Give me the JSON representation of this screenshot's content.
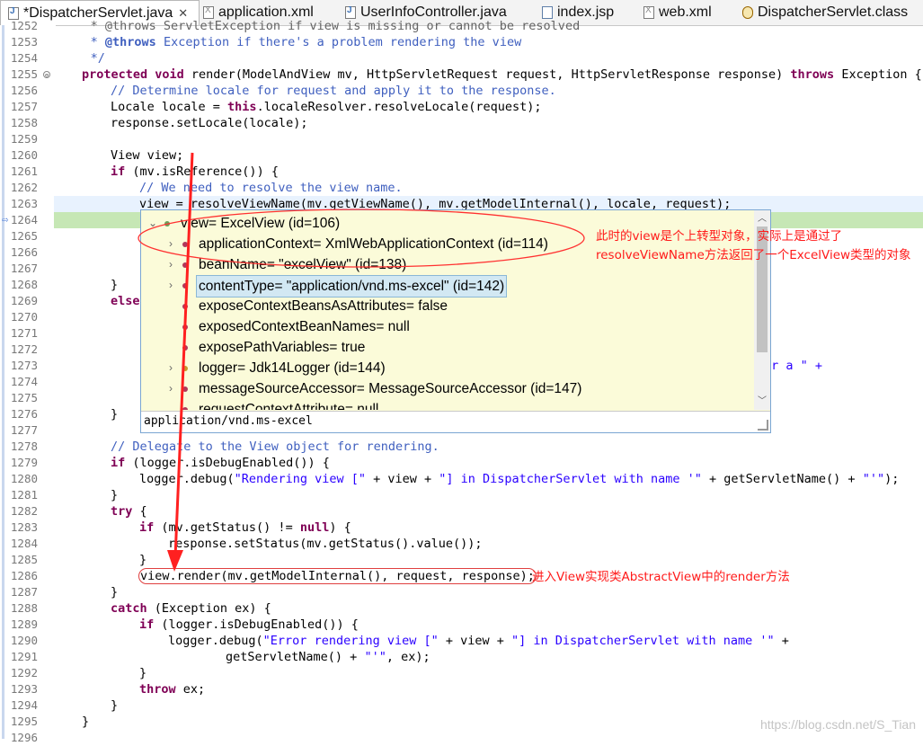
{
  "tabs": [
    {
      "label": "*DispatcherServlet.java",
      "icon": "java-file-icon",
      "active": true,
      "close": "✕"
    },
    {
      "label": "application.xml",
      "icon": "xml-file-icon"
    },
    {
      "label": "UserInfoController.java",
      "icon": "java-file-icon"
    },
    {
      "label": "index.jsp",
      "icon": "jsp-file-icon"
    },
    {
      "label": "web.xml",
      "icon": "xml-file-icon"
    },
    {
      "label": "DispatcherServlet.class",
      "icon": "class-file-icon"
    }
  ],
  "line_numbers": [
    "1252",
    "1253",
    "1254",
    "1255",
    "1256",
    "1257",
    "1258",
    "1259",
    "1260",
    "1261",
    "1262",
    "1263",
    "1264",
    "1265",
    "1266",
    "1267",
    "1268",
    "1269",
    "1270",
    "1271",
    "1272",
    "1273",
    "1274",
    "1275",
    "1276",
    "1277",
    "1278",
    "1279",
    "1280",
    "1281",
    "1282",
    "1283",
    "1284",
    "1285",
    "1286",
    "1287",
    "1288",
    "1289",
    "1290",
    "1291",
    "1292",
    "1293",
    "1294",
    "1295",
    "1296"
  ],
  "code": {
    "l1252": "     * @throws ServletException if view is missing or cannot be resolved",
    "l1253_a": "     * ",
    "l1253_b": "@throws",
    "l1253_c": " Exception if there's a problem rendering the view",
    "l1254": "     */",
    "l1255_a": "protected void",
    "l1255_b": " render(ModelAndView mv, HttpServletRequest request, HttpServletResponse response) ",
    "l1255_c": "throws",
    "l1255_d": " Exception {",
    "l1256": "// Determine locale for request and apply it to the response.",
    "l1257_a": "Locale locale = ",
    "l1257_b": "this",
    "l1257_c": ".localeResolver.resolveLocale(request);",
    "l1258": "response.setLocale(locale);",
    "l1260": "View view;",
    "l1261_a": "if",
    "l1261_b": " (mv.isReference()) {",
    "l1262": "// We need to resolve the view name.",
    "l1263": "view = resolveViewName(mv.getViewName(), mv.getModelInternal(), locale, request);",
    "l1267": "}",
    "l1268": "else",
    "l1273_tail": "or a \" +",
    "l1276": "}",
    "l1278": "// Delegate to the View object for rendering.",
    "l1279_a": "if",
    "l1279_b": " (logger.isDebugEnabled()) {",
    "l1280_a": "logger.debug(",
    "l1280_b": "\"Rendering view [\"",
    "l1280_c": " + view + ",
    "l1280_d": "\"] in DispatcherServlet with name '\"",
    "l1280_e": " + getServletName() + ",
    "l1280_f": "\"'\"",
    "l1280_g": ");",
    "l1281": "}",
    "l1282_a": "try",
    "l1282_b": " {",
    "l1283_a": "if",
    "l1283_b": " (mv.getStatus() != ",
    "l1283_c": "null",
    "l1283_d": ") {",
    "l1284": "response.setStatus(mv.getStatus().value());",
    "l1285": "}",
    "l1286": "view.render(mv.getModelInternal(), request, response);",
    "l1287": "}",
    "l1288_a": "catch",
    "l1288_b": " (Exception ex) {",
    "l1289_a": "if",
    "l1289_b": " (logger.isDebugEnabled()) {",
    "l1290_a": "logger.debug(",
    "l1290_b": "\"Error rendering view [\"",
    "l1290_c": " + view + ",
    "l1290_d": "\"] in DispatcherServlet with name '\"",
    "l1290_e": " +",
    "l1291_a": "getServletName() + ",
    "l1291_b": "\"'\"",
    "l1291_c": ", ex);",
    "l1292": "}",
    "l1293_a": "throw",
    "l1293_b": " ex;",
    "l1294": "}",
    "l1295": "}"
  },
  "popup": {
    "items": [
      {
        "text": "view= ExcelView  (id=106)",
        "arrow": "⌄",
        "icon": "local-variable-icon"
      },
      {
        "text": "applicationContext= XmlWebApplicationContext  (id=114)",
        "arrow": "›",
        "icon": "field-icon"
      },
      {
        "text": "beanName= \"excelView\" (id=138)",
        "arrow": "›",
        "icon": "field-icon"
      },
      {
        "text": "contentType= \"application/vnd.ms-excel\" (id=142)",
        "arrow": "›",
        "icon": "field-icon",
        "selected": true
      },
      {
        "text": "exposeContextBeansAsAttributes= false",
        "arrow": "",
        "icon": "field-icon"
      },
      {
        "text": "exposedContextBeanNames= null",
        "arrow": "",
        "icon": "field-icon"
      },
      {
        "text": "exposePathVariables= true",
        "arrow": "",
        "icon": "field-icon"
      },
      {
        "text": "logger= Jdk14Logger  (id=144)",
        "arrow": "›",
        "icon": "static-field-icon"
      },
      {
        "text": "messageSourceAccessor= MessageSourceAccessor  (id=147)",
        "arrow": "›",
        "icon": "field-icon"
      },
      {
        "text": "requestContextAttribute= null",
        "arrow": "",
        "icon": "field-icon"
      }
    ],
    "detail": "application/vnd.ms-excel"
  },
  "annotations": {
    "note1": "此时的view是个上转型对象，实际上是通过了resolveViewName方法返回了一个ExcelView类型的对象",
    "note2": "进入View实现类AbstractView中的render方法"
  },
  "watermark": "https://blog.csdn.net/S_Tian",
  "colors": {
    "keyword": "#7f0055",
    "comment": "#3f5fbf",
    "string": "#2a00ff",
    "annotation": "#ff1a1a",
    "popup_bg": "#fbfbd9",
    "debug_line": "#c6e7b5",
    "current_line": "#e8f2fe"
  }
}
